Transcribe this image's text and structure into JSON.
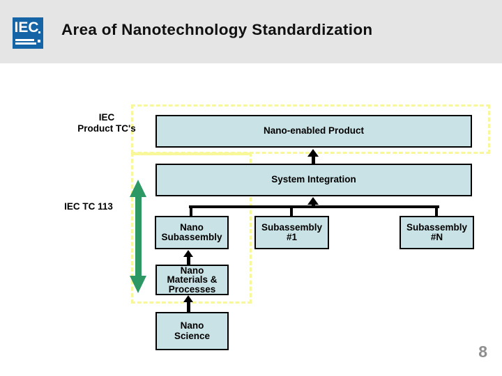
{
  "slide": {
    "title": "Area of Nanotechnology Standardization",
    "page_number": "8"
  },
  "logo": {
    "text": "IEC"
  },
  "diagram": {
    "labels": {
      "product_tcs_line1": "IEC",
      "product_tcs_line2": "Product TC's",
      "tc113": "IEC TC 113"
    },
    "boxes": {
      "nano_enabled_product": "Nano-enabled Product",
      "system_integration": "System Integration",
      "nano_subassembly_line1": "Nano",
      "nano_subassembly_line2": "Subassembly",
      "subassembly1_line1": "Subassembly",
      "subassembly1_line2": "#1",
      "subassemblyN_line1": "Subassembly",
      "subassemblyN_line2": "#N",
      "nano_materials_line1": "Nano",
      "nano_materials_line2": "Materials &",
      "nano_materials_line3": "Processes",
      "nano_science_line1": "Nano",
      "nano_science_line2": "Science"
    },
    "colors": {
      "header_gray": "#E5E5E5",
      "logo_blue": "#1564A5",
      "box_fill": "#C9E2E6",
      "box_border": "#000000",
      "dashed_outline_yellow": "#F8F89B",
      "range_arrow_green": "#2E9865",
      "connector_black": "#000000",
      "page_number_gray": "#8F8F8F"
    }
  }
}
